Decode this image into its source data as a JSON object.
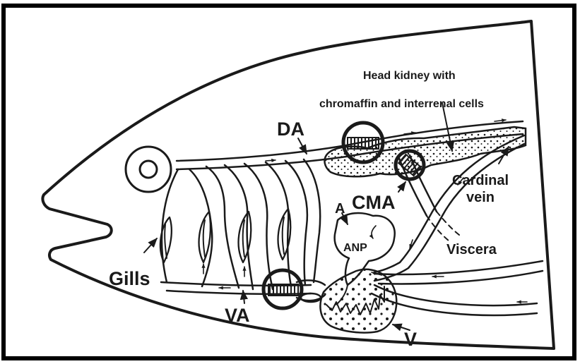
{
  "labels": {
    "head_kidney_line1": "Head kidney with",
    "head_kidney_line2": "chromaffin and interrenal cells",
    "da": "DA",
    "cardinal_line1": "Cardinal",
    "cardinal_line2": "vein",
    "cma": "CMA",
    "a": "A",
    "anp": "ANP",
    "viscera": "Viscera",
    "gills": "Gills",
    "va": "VA",
    "v": "V"
  },
  "colors": {
    "ink": "#1a1a1a",
    "paper": "#ffffff"
  }
}
